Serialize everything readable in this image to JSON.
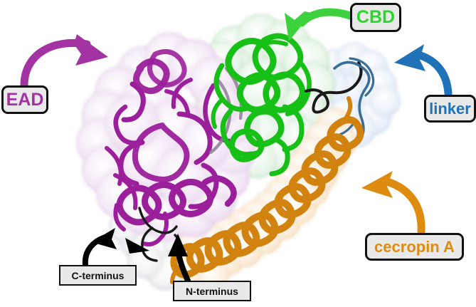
{
  "figure": {
    "kind": "protein-structure-render",
    "background": "#ffffff",
    "description": "Cartoon-and-surface representation of a chimeric antimicrobial protein composed of an enzymatically active domain, a cell wall binding domain, a linker and a fused cecropin A peptide"
  },
  "callouts": [
    {
      "id": "ead",
      "label": "EAD",
      "text_color": "#a333a3",
      "box_fill": "#e9e9e9",
      "box_border": "#111111",
      "shape": "rounded",
      "arrow_color": "#a333a3",
      "points_to": "purple-domain"
    },
    {
      "id": "cbd",
      "label": "CBD",
      "text_color": "#2ad62a",
      "box_fill": "#e9e9e9",
      "box_border": "#111111",
      "shape": "rounded",
      "arrow_color": "#3dd13d",
      "points_to": "green-domain"
    },
    {
      "id": "linker",
      "label": "linker",
      "text_color": "#1f72b8",
      "box_fill": "#e9e9e9",
      "box_border": "#111111",
      "shape": "rounded",
      "arrow_color": "#1f72b8",
      "points_to": "blue-loop"
    },
    {
      "id": "cecropin",
      "label": "cecropin A",
      "text_color": "#de8c10",
      "box_fill": "#e9e9e9",
      "box_border": "#111111",
      "shape": "rounded",
      "arrow_color": "#de8c10",
      "points_to": "orange-helix"
    },
    {
      "id": "cterm",
      "label": "C-terminus",
      "text_color": "#111111",
      "box_fill": "#e9e9e9",
      "box_border": "#111111",
      "shape": "square",
      "arrow_color": "#000000",
      "points_to": "white-surface-lower-left"
    },
    {
      "id": "nterm",
      "label": "N-terminus",
      "text_color": "#111111",
      "box_fill": "#e9e9e9",
      "box_border": "#111111",
      "shape": "square",
      "arrow_color": "#000000",
      "points_to": "orange-helix-start"
    }
  ],
  "domains": [
    {
      "name": "EAD",
      "ribbon_color": "#9b1f9b",
      "surface_color": "#f3e8f5",
      "secondary_structure": "mixed alpha/beta globular domain, upper-left and center-left"
    },
    {
      "name": "CBD",
      "ribbon_color": "#17c017",
      "surface_color": "#e8f6e9",
      "secondary_structure": "alpha-helical bundle, upper-right of core"
    },
    {
      "name": "linker",
      "ribbon_color": "#3a6e96",
      "surface_color": "#eaf2fa",
      "secondary_structure": "extended coil bridging CBD and cecropin A, far right"
    },
    {
      "name": "cecropin A",
      "ribbon_color": "#d2820e",
      "surface_color": "#fdf0de",
      "secondary_structure": "long single alpha helix running diagonally to lower-left"
    },
    {
      "name": "terminal coil",
      "ribbon_color": "#1a1a1a",
      "surface_color": "#f2f3f5",
      "secondary_structure": "unassigned terminal loops at bottom"
    }
  ]
}
